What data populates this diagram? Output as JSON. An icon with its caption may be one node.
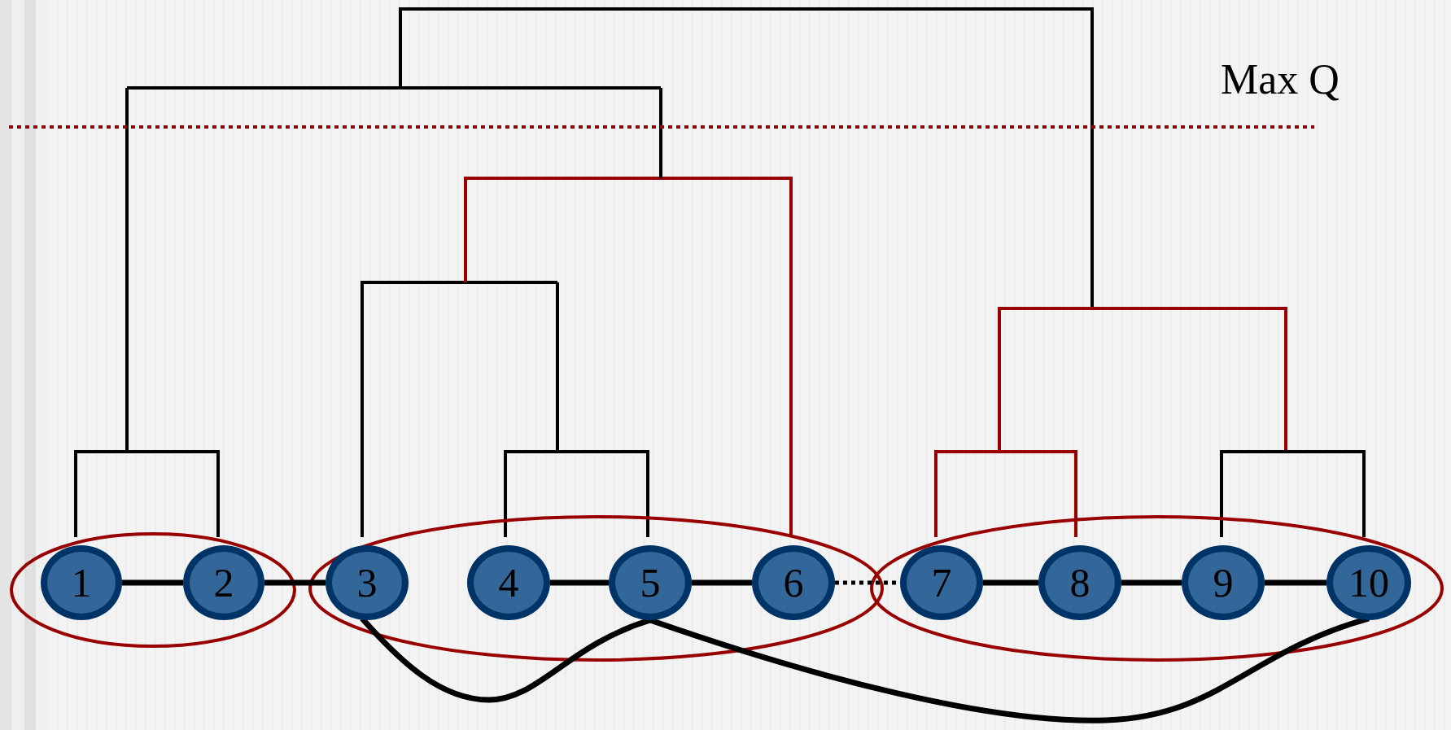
{
  "diagram": {
    "nodes": [
      {
        "text": [],
        "shape": "ellipse"
      },
      {
        "text": [
          "1"
        ],
        "in": 0
      },
      {
        "text": [
          "2"
        ],
        "in": 0
      },
      {
        "text": [],
        "shape": "ellipse"
      },
      {
        "text": [
          "3"
        ],
        "in": 3
      },
      {
        "text": [
          "4"
        ],
        "in": 3
      },
      {
        "text": [
          "5"
        ],
        "in": 3
      },
      {
        "text": [
          "6"
        ],
        "in": 3
      },
      {
        "text": [],
        "shape": "ellipse"
      },
      {
        "text": [
          "7"
        ],
        "in": 8
      },
      {
        "text": [
          "8"
        ],
        "in": 8
      },
      {
        "text": [
          "9"
        ],
        "in": 8
      },
      {
        "text": [
          "10"
        ],
        "in": 8
      }
    ],
    "edges": [
      {
        "from": 1,
        "to": 2,
        "arrow": "none"
      },
      {
        "from": 2,
        "to": 4,
        "arrow": "none"
      },
      {
        "from": 5,
        "to": 6,
        "arrow": "none"
      },
      {
        "from": 6,
        "to": 7,
        "arrow": "none"
      },
      {
        "from": 7,
        "to": 9,
        "arrow": "none",
        "style": "dashed"
      },
      {
        "from": 9,
        "to": 10,
        "arrow": "none"
      },
      {
        "from": 10,
        "to": 11,
        "arrow": "none"
      },
      {
        "from": 11,
        "to": 12,
        "arrow": "none"
      },
      {
        "from": 4,
        "to": 6,
        "arrow": "none"
      },
      {
        "from": 6,
        "to": 12,
        "arrow": "none"
      }
    ],
    "labels": [
      "Max Q"
    ]
  }
}
